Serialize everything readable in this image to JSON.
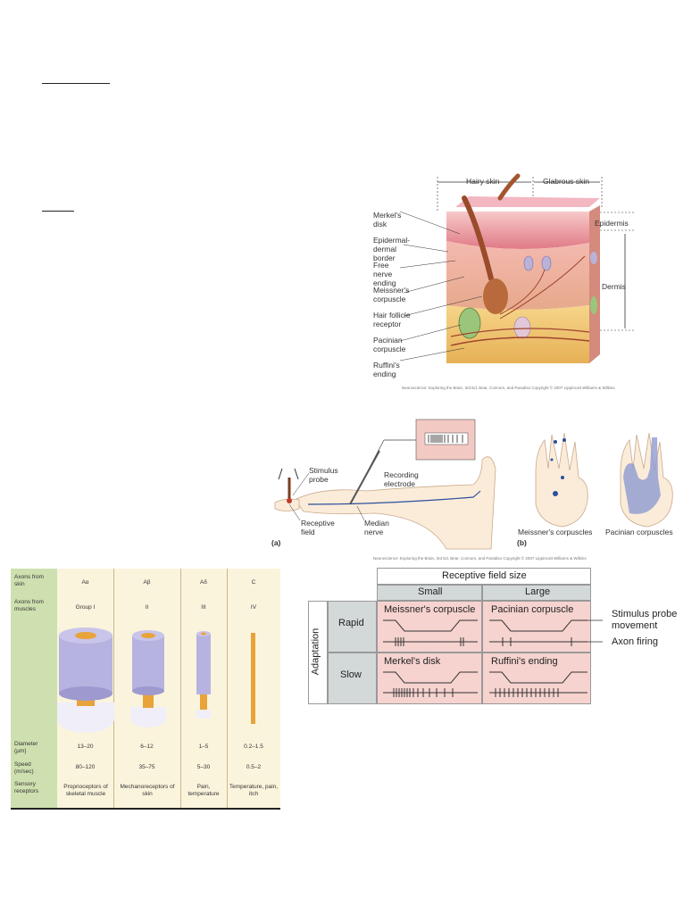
{
  "skin_figure": {
    "top_labels": [
      "Hairy skin",
      "Glabrous skin"
    ],
    "right_labels": [
      "Epidermis",
      "Dermis"
    ],
    "left_labels": [
      "Merkel's disk",
      "Epidermal-dermal border",
      "Free nerve ending",
      "Meissner's corpuscle",
      "Hair follicle receptor",
      "Pacinian corpuscle",
      "Ruffini's ending"
    ],
    "credit": "Neuroscience: Exploring the Brain, 3rd Ed, Bear, Connors, and Paradiso Copyright © 2007 Lippincott Williams & Wilkins"
  },
  "recording_figure": {
    "labels": {
      "stimulus_probe": "Stimulus probe",
      "recording_electrode": "Recording electrode",
      "receptive_field": "Receptive field",
      "median_nerve": "Median nerve",
      "panel_a": "(a)",
      "panel_b": "(b)",
      "meissner": "Meissner's corpuscles",
      "pacinian": "Pacinian corpuscles"
    },
    "credit": "Neuroscience: Exploring the Brain, 3rd Ed, Bear, Connors, and Paradiso Copyright © 2007 Lippincott Williams & Wilkins"
  },
  "axon_table": {
    "row_headers": [
      "Axons from skin",
      "Axons from muscles",
      "Diameter (µm)",
      "Speed (m/sec)",
      "Sensory receptors"
    ],
    "columns": [
      {
        "skin": "Aα",
        "muscle": "Group I",
        "diameter": "13–20",
        "speed": "80–120",
        "receptors": "Proprioceptors of skeletal muscle"
      },
      {
        "skin": "Aβ",
        "muscle": "II",
        "diameter": "6–12",
        "speed": "35–75",
        "receptors": "Mechanoreceptors of skin"
      },
      {
        "skin": "Aδ",
        "muscle": "III",
        "diameter": "1–5",
        "speed": "5–30",
        "receptors": "Pain, temperature"
      },
      {
        "skin": "C",
        "muscle": "IV",
        "diameter": "0.2–1.5",
        "speed": "0.5–2",
        "receptors": "Temperature, pain, itch"
      }
    ]
  },
  "rf_table": {
    "header": "Receptive field size",
    "col_small": "Small",
    "col_large": "Large",
    "row_label": "Adaptation",
    "row_rapid": "Rapid",
    "row_slow": "Slow",
    "cells": {
      "rapid_small": "Meissner's corpuscle",
      "rapid_large": "Pacinian corpuscle",
      "slow_small": "Merkel's disk",
      "slow_large": "Ruffini's ending"
    },
    "legend_stimulus": "Stimulus probe movement",
    "legend_axon": "Axon firing"
  },
  "colors": {
    "pink_cell": "#f6d3cf",
    "gray_header": "#d3d8d8",
    "axon_purple": "#b7b3e0",
    "axon_orange": "#e8a33a",
    "table_green": "#cfe0b0"
  }
}
